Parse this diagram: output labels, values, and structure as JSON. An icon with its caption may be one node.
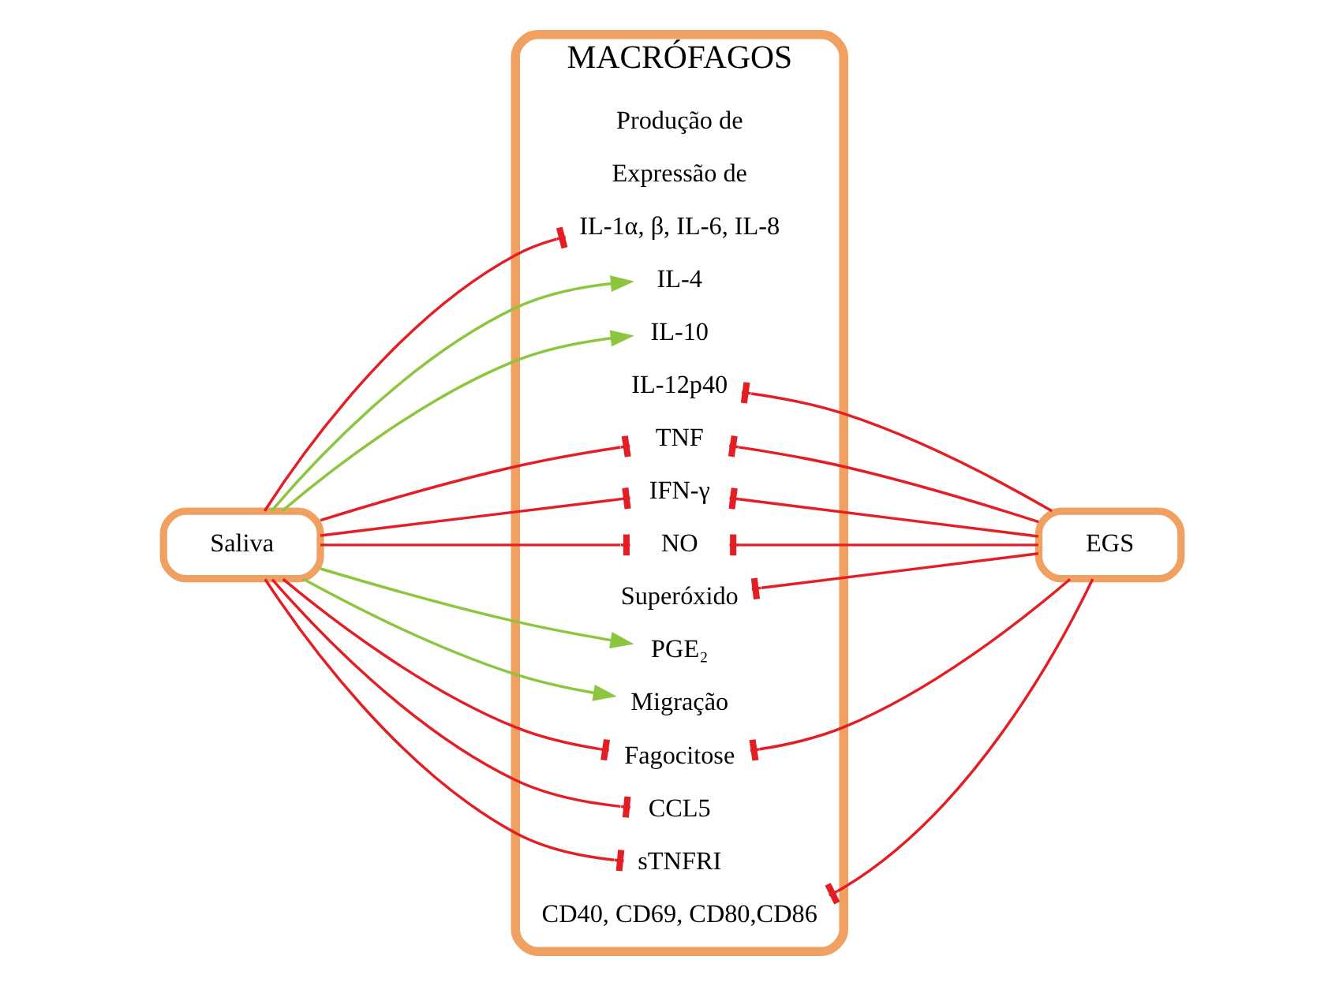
{
  "diagram": {
    "nodes": [
      {
        "text": [
          "MACRÓFAGOS"
        ]
      },
      {
        "text": [
          "Saliva"
        ]
      },
      {
        "text": [
          "IL-1α, β, IL-6, IL-8"
        ],
        "in": 0
      },
      {
        "text": [
          "IL-4"
        ],
        "in": 0
      },
      {
        "text": [
          "IL-10"
        ],
        "in": 0
      },
      {
        "text": [
          "IL-12p40"
        ],
        "in": 0
      },
      {
        "text": [
          "TNF"
        ],
        "in": 0
      },
      {
        "text": [
          "IFN-γ"
        ],
        "in": 0
      },
      {
        "text": [
          "NO"
        ],
        "in": 0
      },
      {
        "text": [
          "Superóxido"
        ],
        "in": 0
      },
      {
        "text": [
          "PGE₂"
        ],
        "in": 0
      },
      {
        "text": [
          "Migração"
        ],
        "in": 0
      },
      {
        "text": [
          "Fagocitose"
        ],
        "in": 0
      },
      {
        "text": [
          "CCL5"
        ],
        "in": 0
      },
      {
        "text": [
          "sTNFRI"
        ],
        "in": 0
      },
      {
        "text": [
          "CD40, CD69, CD80,CD86"
        ],
        "in": 0
      },
      {
        "text": [
          "EGS"
        ]
      }
    ],
    "edges": [
      {
        "from": 1,
        "to": 2,
        "arrow": "other"
      },
      {
        "from": 1,
        "to": 3,
        "arrow": "to",
        "color": "#8cc63f"
      },
      {
        "from": 1,
        "to": 4,
        "arrow": "to",
        "color": "#8cc63f"
      },
      {
        "from": 1,
        "to": 6,
        "arrow": "other"
      },
      {
        "from": 1,
        "to": 7,
        "arrow": "other"
      },
      {
        "from": 1,
        "to": 8,
        "arrow": "other"
      },
      {
        "from": 1,
        "to": 10,
        "arrow": "to",
        "color": "#8cc63f"
      },
      {
        "from": 1,
        "to": 11,
        "arrow": "to",
        "color": "#8cc63f"
      },
      {
        "from": 1,
        "to": 12,
        "arrow": "other"
      },
      {
        "from": 1,
        "to": 13,
        "arrow": "other"
      },
      {
        "from": 1,
        "to": 14,
        "arrow": "other"
      },
      {
        "from": 16,
        "to": 5,
        "arrow": "other"
      },
      {
        "from": 16,
        "to": 6,
        "arrow": "other"
      },
      {
        "from": 16,
        "to": 7,
        "arrow": "other"
      },
      {
        "from": 16,
        "to": 8,
        "arrow": "other"
      },
      {
        "from": 16,
        "to": 9,
        "arrow": "other"
      },
      {
        "from": 16,
        "to": 12,
        "arrow": "other"
      },
      {
        "from": 16,
        "to": 15,
        "arrow": "other"
      }
    ],
    "labels": [
      "Produção de",
      "Expressão de"
    ]
  }
}
